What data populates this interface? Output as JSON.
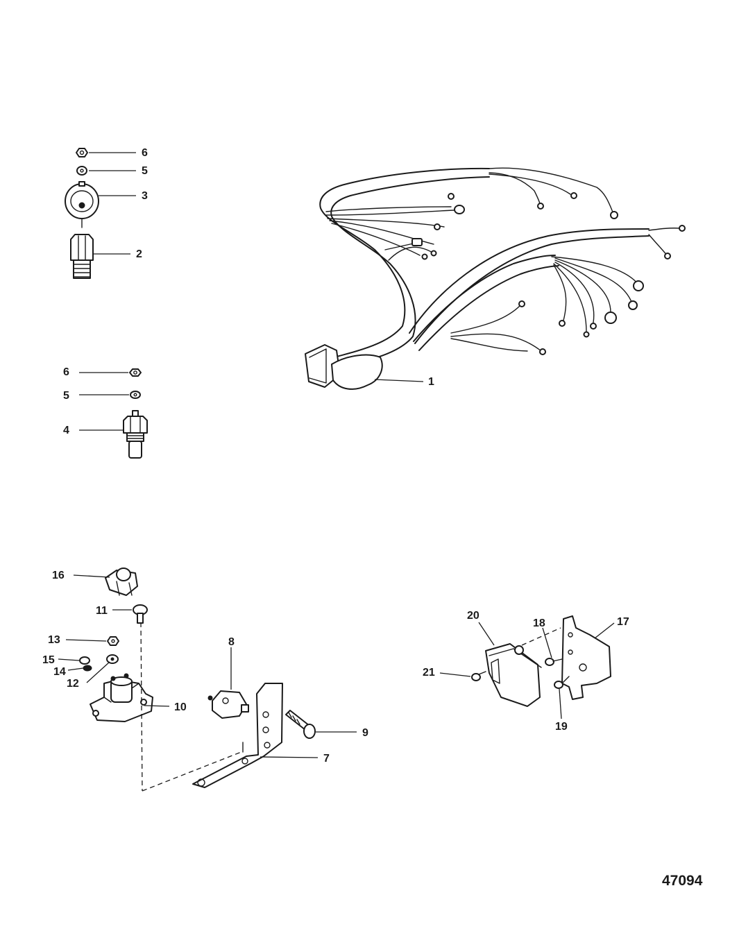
{
  "diagram": {
    "reference_number": "47094",
    "callouts": {
      "c1": "1",
      "c2": "2",
      "c3": "3",
      "c4": "4",
      "c5a": "5",
      "c5b": "5",
      "c6a": "6",
      "c6b": "6",
      "c7": "7",
      "c8": "8",
      "c9": "9",
      "c10": "10",
      "c11": "11",
      "c12": "12",
      "c13": "13",
      "c14": "14",
      "c15": "15",
      "c16": "16",
      "c17": "17",
      "c18": "18",
      "c19": "19",
      "c20": "20",
      "c21": "21"
    }
  }
}
